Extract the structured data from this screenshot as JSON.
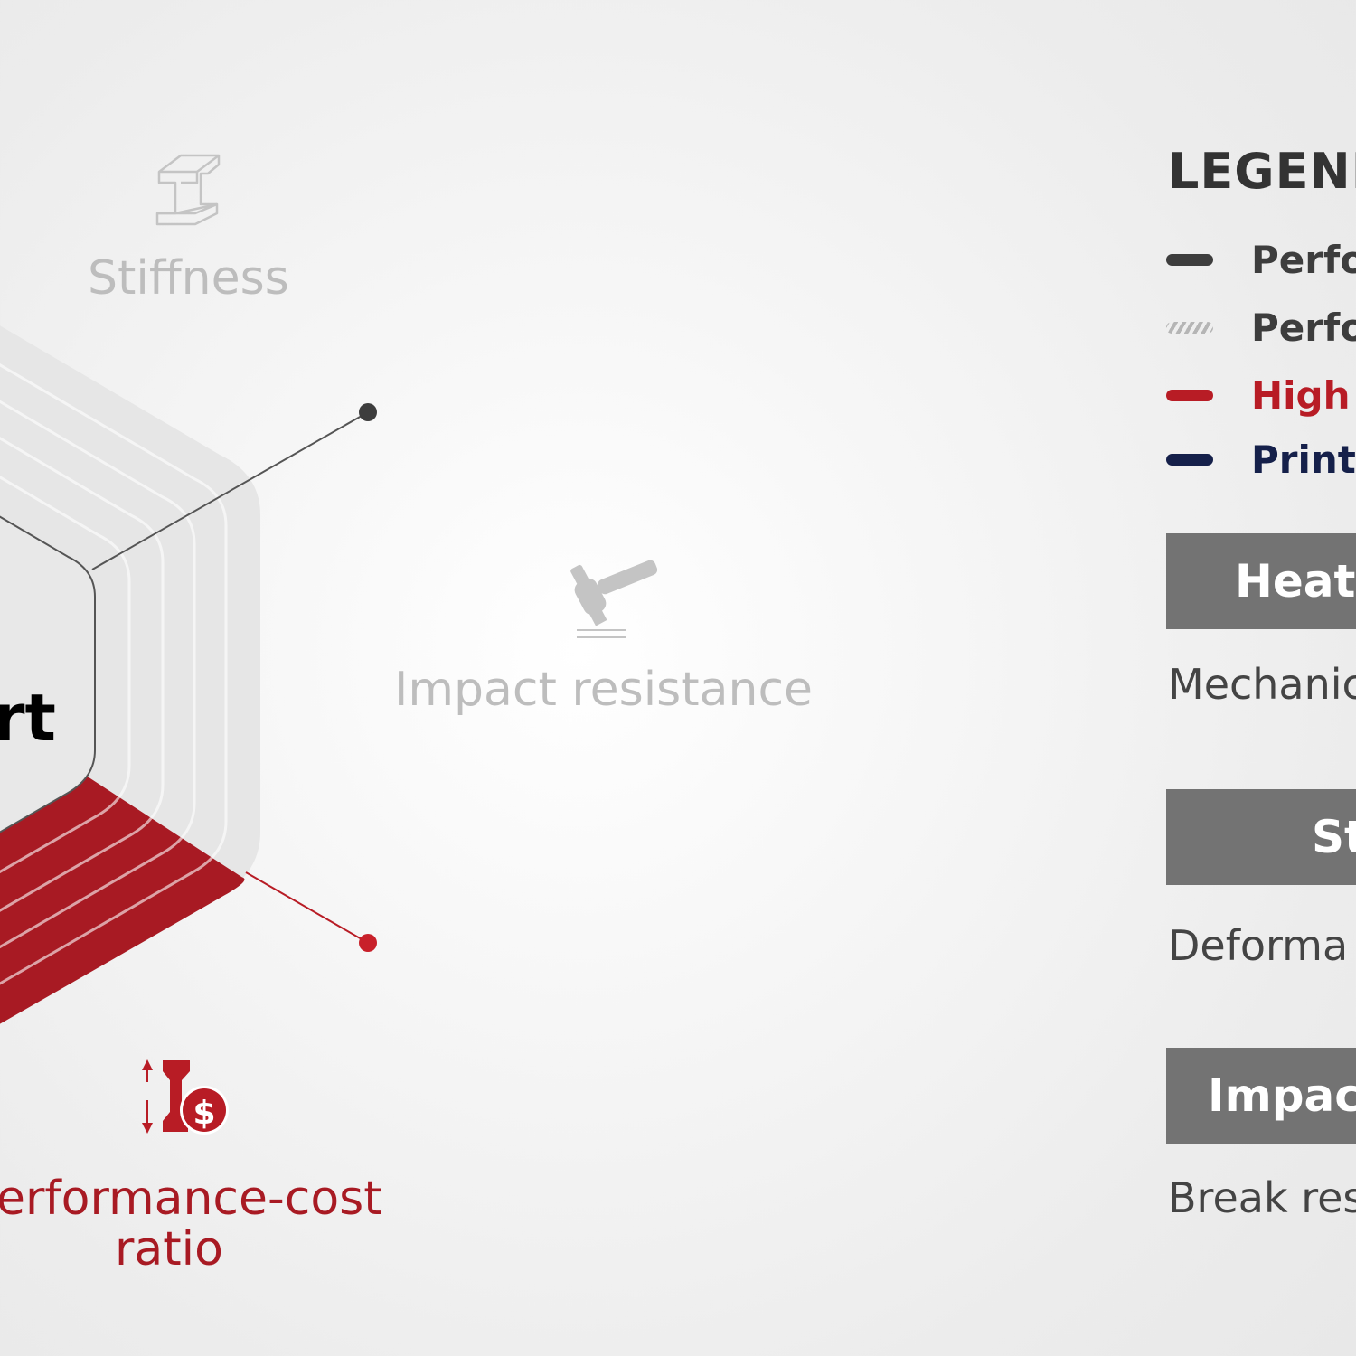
{
  "center_label": "rt",
  "axes": {
    "stiffness": "Stiffness",
    "impact": "Impact resistance",
    "cost_line1": "erformance-cost",
    "cost_line2": "ratio"
  },
  "legend": {
    "title": "LEGEND",
    "items": [
      {
        "label": "Perfo",
        "color": "#3d3d3d",
        "style": "solid"
      },
      {
        "label": "Perfo",
        "color": "#b5b5b5",
        "style": "hatched"
      },
      {
        "label": "High",
        "color": "#b81c25",
        "style": "solid"
      },
      {
        "label": "Print",
        "color": "#15204a",
        "style": "solid"
      }
    ]
  },
  "panels": [
    {
      "title": "Heat",
      "description": "Mechanic"
    },
    {
      "title": "St",
      "description": "Deforma"
    },
    {
      "title": "Impac",
      "description": "Break res"
    }
  ],
  "colors": {
    "red": "#a81a23",
    "dark": "#444444",
    "gray": "#e6e6e6"
  }
}
